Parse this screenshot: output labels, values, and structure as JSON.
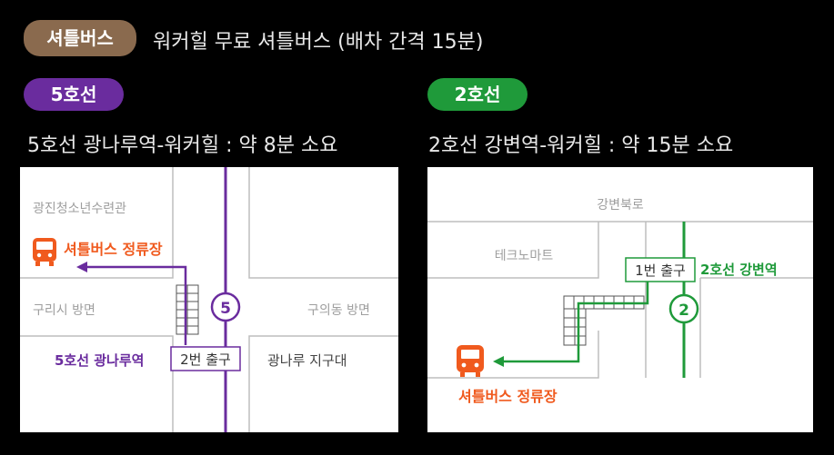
{
  "header": {
    "badge": "셔틀버스",
    "title": "워커힐 무료 셔틀버스 (배차 간격 15분)"
  },
  "colors": {
    "badge_bg": "#8a6a4e",
    "line5": "#6a2c9e",
    "line2": "#1f9a3a",
    "bus_orange": "#f05a1e",
    "road": "#bdbdbd",
    "label_gray": "#9e9e9e"
  },
  "line5": {
    "badge": "5호선",
    "route": "5호선 광나루역-워커힐 : 약 8분 소요",
    "map": {
      "landmark_top": "광진청소년수련관",
      "bus_stop": "셔틀버스 정류장",
      "road_left": "구리시 방면",
      "road_right": "구의동 방면",
      "station": "5호선 광나루역",
      "exit": "2번 출구",
      "area_right": "광나루 지구대",
      "line_number": "5"
    }
  },
  "line2": {
    "badge": "2호선",
    "route": "2호선 강변역-워커힐 : 약 15분 소요",
    "map": {
      "road_top": "강변북로",
      "landmark": "테크노마트",
      "exit": "1번 출구",
      "station": "2호선 강변역",
      "line_number": "2",
      "bus_stop": "셔틀버스 정류장"
    }
  }
}
